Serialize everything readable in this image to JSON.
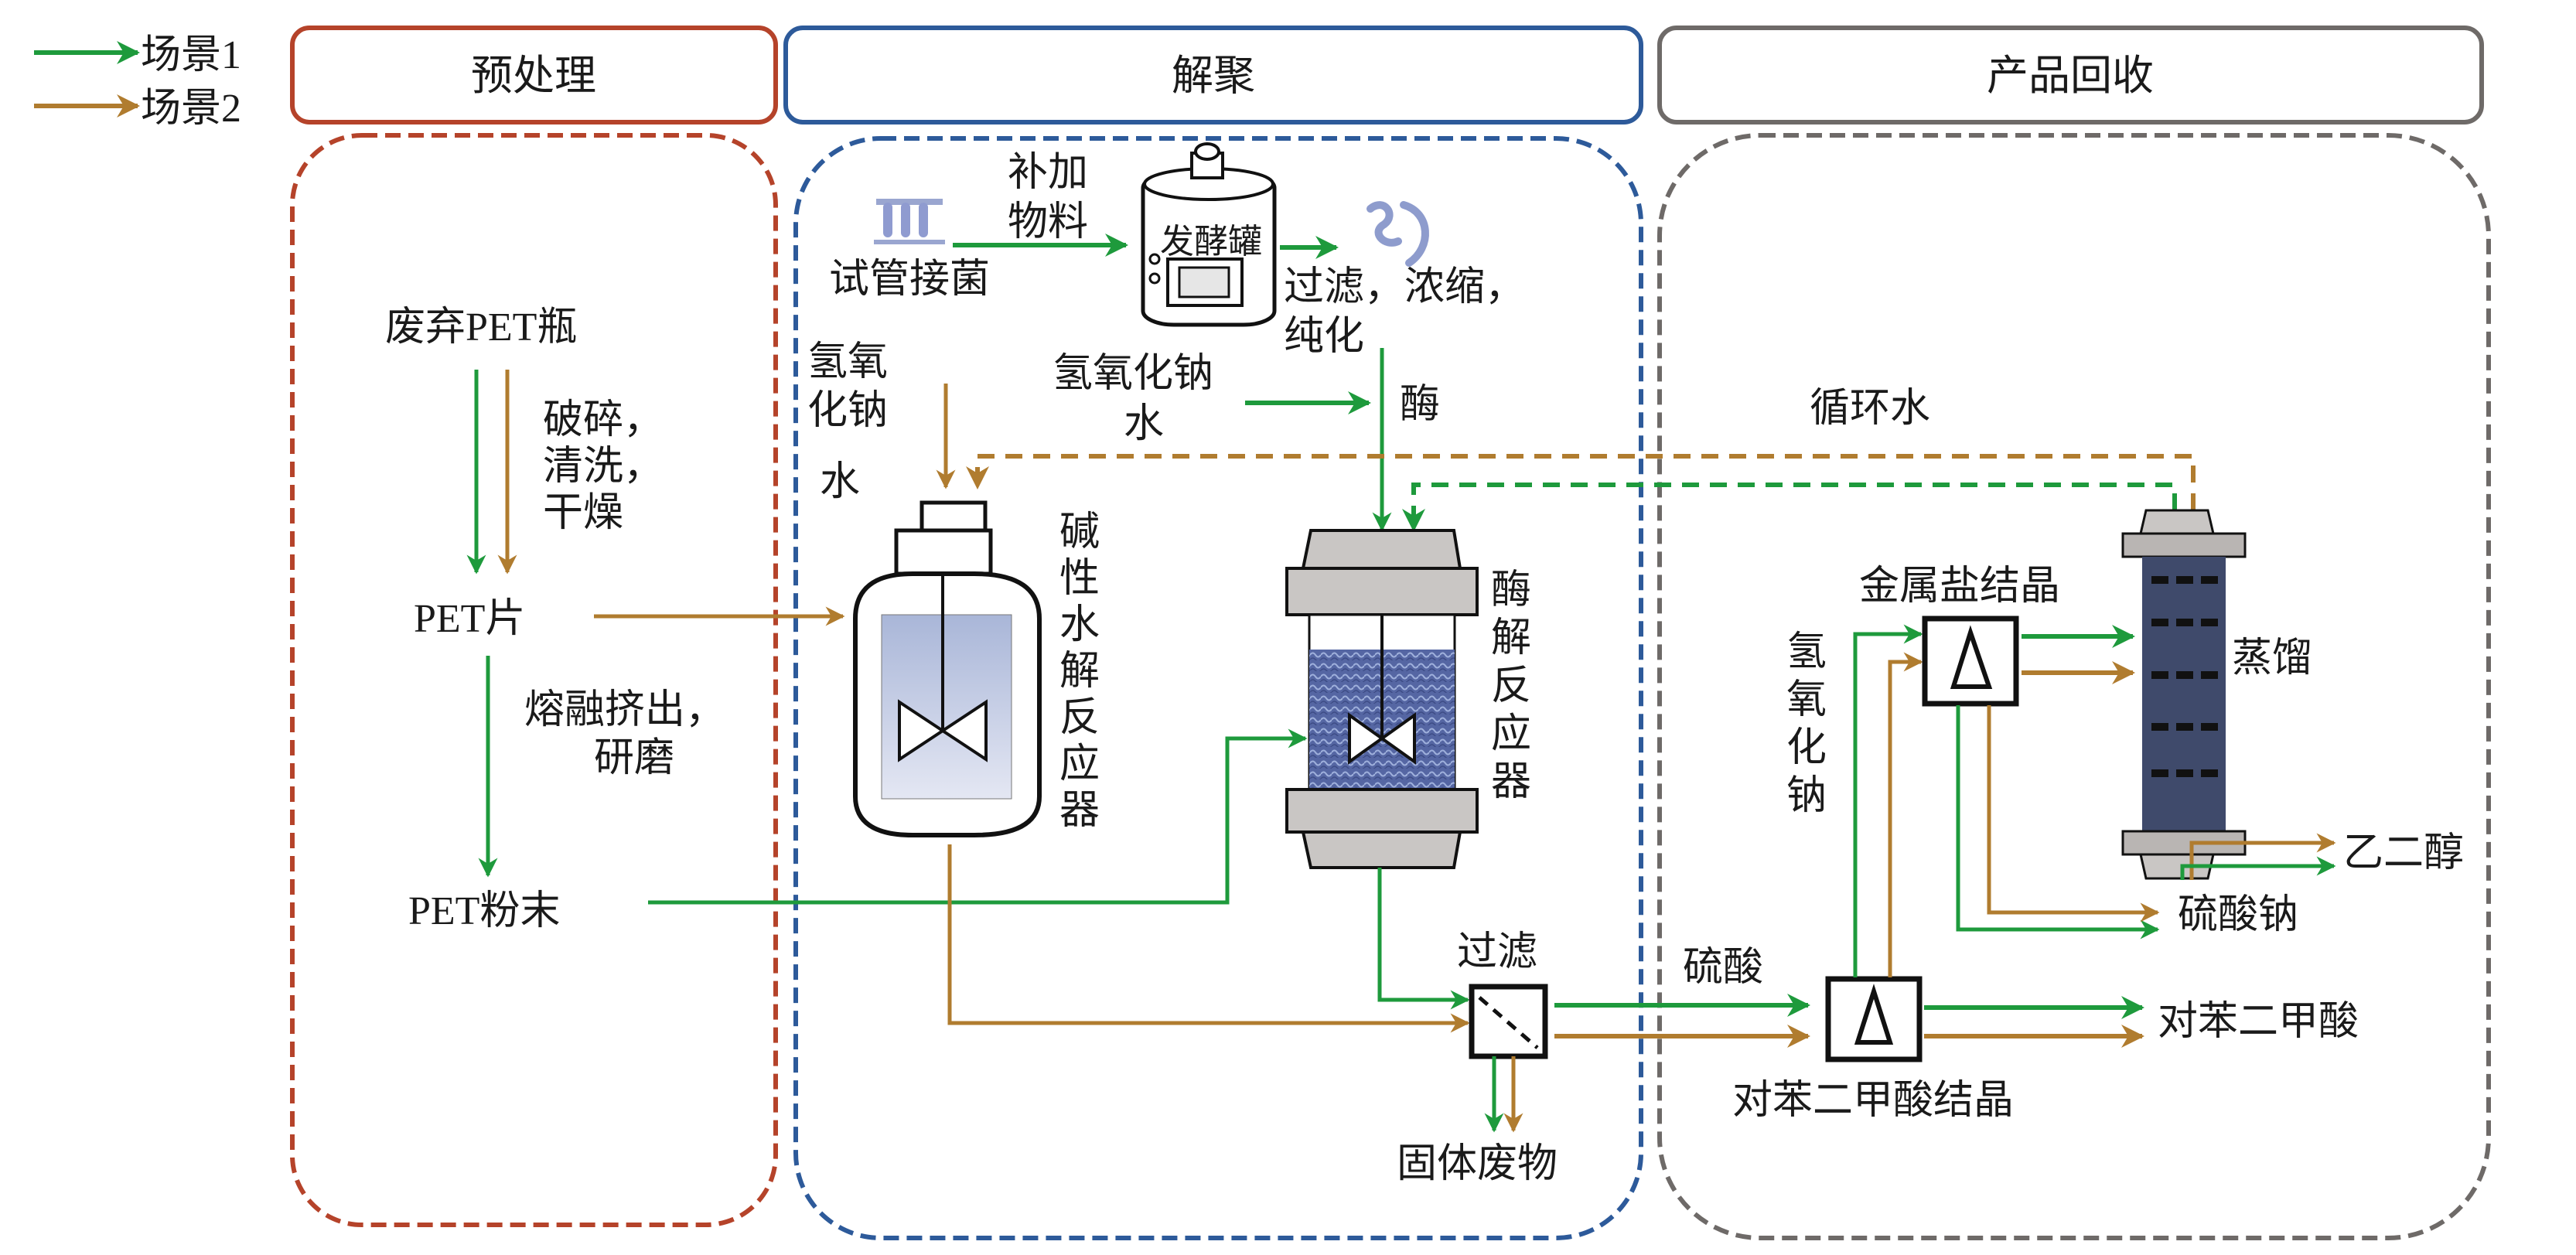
{
  "legend": {
    "items": [
      {
        "label": "场景1",
        "color": "#1e9a3c"
      },
      {
        "label": "场景2",
        "color": "#b07c2f"
      }
    ]
  },
  "colors": {
    "scenario1": "#1e9a3c",
    "scenario2": "#b07c2f",
    "pretreatment": "#b5432a",
    "depolymerization": "#2d5a9a",
    "product_recovery": "#6e6a68"
  },
  "stages": {
    "pretreatment": "预处理",
    "depolymerization": "解聚",
    "product_recovery": "产品回收"
  },
  "pretreatment": {
    "waste_bottle": "废弃PET瓶",
    "step1_lines": [
      "破碎，",
      "清洗，",
      "干燥"
    ],
    "flake": "PET片",
    "step2_lines": [
      "熔融挤出，",
      "研磨"
    ],
    "powder": "PET粉末"
  },
  "depolymerization": {
    "inoculation": "试管接菌",
    "feed_lines": [
      "补加",
      "物料"
    ],
    "fermenter": "发酵罐",
    "downstream_lines": [
      "过滤，浓缩，",
      "纯化"
    ],
    "naoh_left_lines": [
      "氢氧",
      "化钠"
    ],
    "water_left": "水",
    "naoh_mid": "氢氧化钠",
    "water_mid": "水",
    "enzyme": "酶",
    "alkaline_reactor_lines": [
      "碱",
      "性",
      "水",
      "解",
      "反",
      "应",
      "器"
    ],
    "enzyme_reactor_lines": [
      "酶",
      "解",
      "反",
      "应",
      "器"
    ],
    "filter": "过滤",
    "solid_waste": "固体废物"
  },
  "product_recovery": {
    "recycle_water": "循环水",
    "metal_salt_cryst": "金属盐结晶",
    "naoh_vertical": [
      "氢",
      "氧",
      "化",
      "钠"
    ],
    "distillation": "蒸馏",
    "ethylene_glycol": "乙二醇",
    "sodium_sulfate": "硫酸钠",
    "sulfuric_acid": "硫酸",
    "tpa_cryst": "对苯二甲酸结晶",
    "tpa": "对苯二甲酸"
  }
}
